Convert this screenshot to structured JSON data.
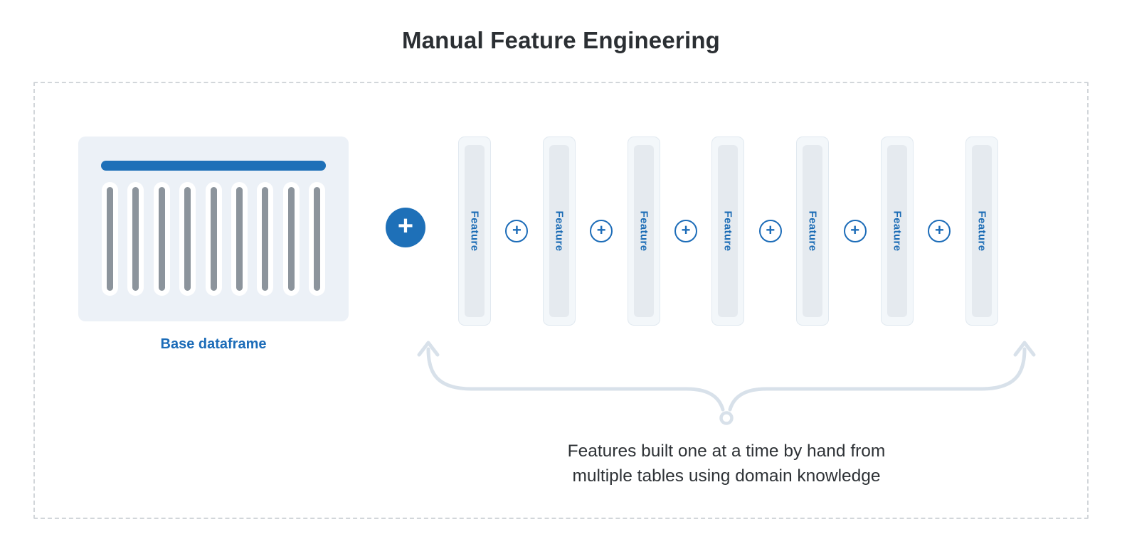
{
  "title": "Manual Feature Engineering",
  "base_dataframe": {
    "label": "Base dataframe",
    "column_count": 9
  },
  "combine": {
    "big_plus": "+",
    "separator_plus": "+",
    "separator_count": 6
  },
  "features": {
    "label": "Feature",
    "count": 7
  },
  "caption": {
    "line1": "Features built one at a time by hand from",
    "line2": "multiple tables using domain knowledge"
  },
  "colors": {
    "accent_blue": "#1c6cb8",
    "header_bar_blue": "#1e70b8",
    "panel_light": "#ecf1f7",
    "column_bar_gray": "#8c949c",
    "feature_fill": "#f3f7fa",
    "feature_inner": "#e5eaef",
    "brace": "#d8e1ea",
    "dashed_border": "#d2d6da",
    "text_dark": "#2b2f33"
  }
}
